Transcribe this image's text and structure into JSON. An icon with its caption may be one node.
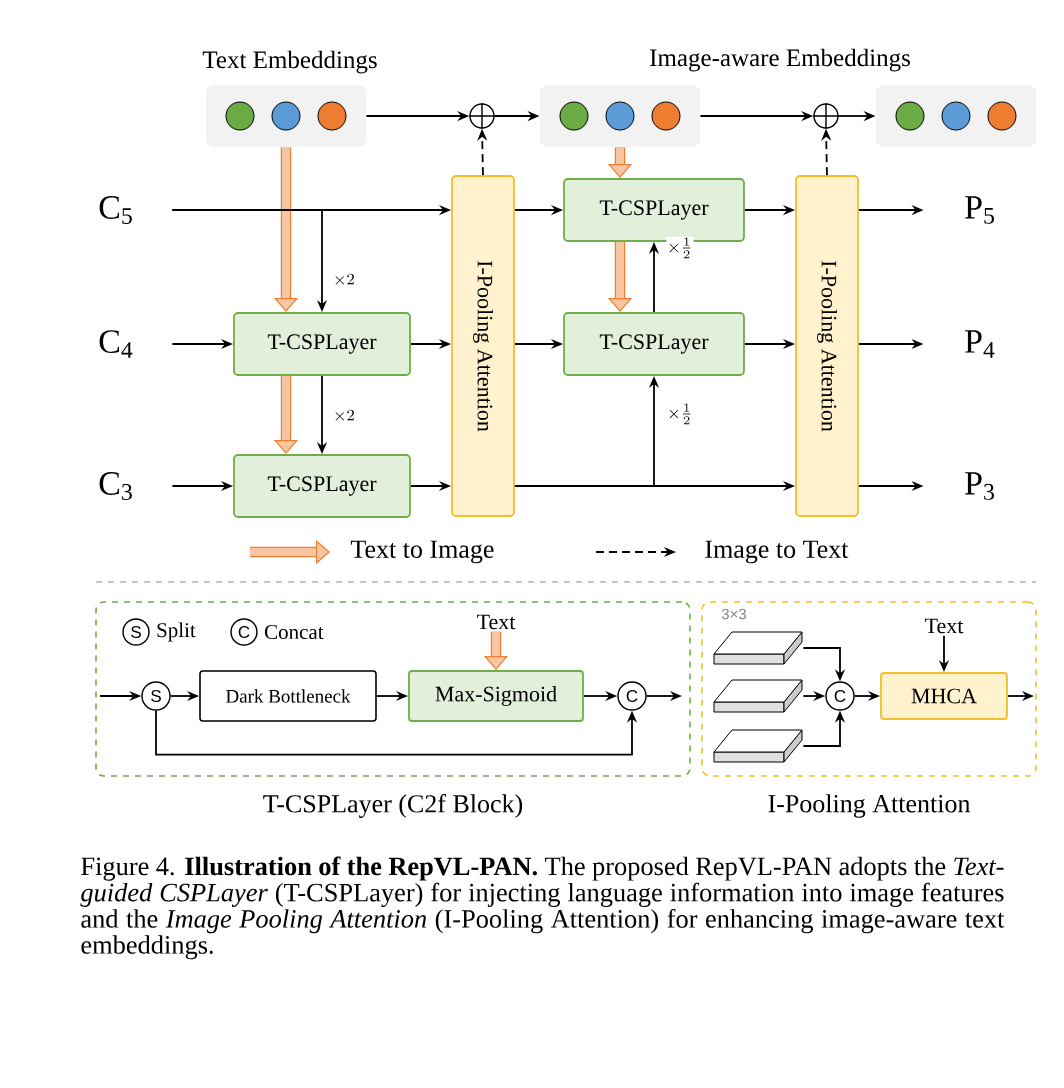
{
  "diagram": {
    "nodes": [
      {
        "text": [
          "Text Embeddings"
        ]
      },
      {
        "text": [],
        "shape": "circle"
      },
      {
        "text": [],
        "shape": "box"
      },
      {
        "text": [],
        "shape": "circle"
      },
      {
        "text": [],
        "shape": "box"
      },
      {
        "text": [
          "C$_{5}$"
        ]
      },
      {
        "text": [
          "I-Pooling Attention"
        ]
      },
      {
        "text": [
          "T-CSPLayer"
        ]
      },
      {
        "text": [
          "I-Pooling Attention"
        ]
      },
      {
        "text": [
          "P$_{5}$"
        ]
      },
      {
        "text": [
          "C$_{4}$"
        ]
      },
      {
        "text": [
          "T-CSPLayer"
        ]
      },
      {
        "text": [
          "T-CSPLayer"
        ]
      },
      {
        "text": [
          "P$_{4}$"
        ]
      },
      {
        "text": [
          "C$_{3}$"
        ]
      },
      {
        "text": [
          "T-CSPLayer"
        ]
      },
      {
        "text": [
          "P$_{3}$"
        ]
      },
      {
        "text": [
          "T-CSPLayer (C2f Block)"
        ]
      },
      {
        "text": [
          "S"
        ],
        "beside": [
          "Split"
        ],
        "in": 17
      },
      {
        "text": [
          "C"
        ],
        "beside": [
          "Concat"
        ],
        "in": 17
      },
      {
        "text": [
          "Text"
        ],
        "in": 17
      },
      {
        "text": [
          "S"
        ],
        "in": 17
      },
      {
        "text": [
          "Dark Bottleneck"
        ],
        "in": 17
      },
      {
        "text": [
          "Max-Sigmoid"
        ],
        "in": 17
      },
      {
        "text": [
          "C"
        ],
        "in": 17
      },
      {
        "text": [
          "I-Pooling Attention"
        ]
      },
      {
        "text": [],
        "shape": "box",
        "beside": [
          "3×3"
        ],
        "in": 25
      },
      {
        "text": [],
        "shape": "box",
        "in": 25
      },
      {
        "text": [],
        "shape": "box",
        "in": 25
      },
      {
        "text": [
          "Text"
        ],
        "in": 25
      },
      {
        "text": [
          "C"
        ],
        "in": 25
      },
      {
        "text": [
          "MHCA"
        ],
        "in": 25
      }
    ],
    "edges": [
      {
        "from": 0,
        "to": 1,
        "arrow": "to"
      },
      {
        "from": 1,
        "to": 2,
        "arrow": "to"
      },
      {
        "from": 2,
        "to": 3,
        "arrow": "to"
      },
      {
        "from": 3,
        "to": 4,
        "arrow": "to"
      },
      {
        "from": 6,
        "to": 1,
        "arrow": "to",
        "style": "dashed"
      },
      {
        "from": 8,
        "to": 3,
        "arrow": "to",
        "style": "dashed"
      },
      {
        "from": 0,
        "to": 11,
        "arrow": "to",
        "style": "thick",
        "color": "#ed7d31"
      },
      {
        "from": 11,
        "to": 15,
        "arrow": "to",
        "style": "thick",
        "color": "#ed7d31"
      },
      {
        "from": 2,
        "to": 7,
        "arrow": "to",
        "style": "thick",
        "color": "#ed7d31"
      },
      {
        "from": 7,
        "to": 12,
        "arrow": "to",
        "style": "thick",
        "color": "#ed7d31"
      },
      {
        "from": 5,
        "to": 6,
        "arrow": "to"
      },
      {
        "from": 5,
        "to": 11,
        "arrow": "to",
        "label": "\\times 2"
      },
      {
        "from": 10,
        "to": 11,
        "arrow": "to"
      },
      {
        "from": 11,
        "to": 6,
        "arrow": "to"
      },
      {
        "from": 11,
        "to": 15,
        "arrow": "to",
        "label": "\\times 2"
      },
      {
        "from": 14,
        "to": 15,
        "arrow": "to"
      },
      {
        "from": 15,
        "to": 6,
        "arrow": "to"
      },
      {
        "from": 6,
        "to": 7,
        "arrow": "to"
      },
      {
        "from": 7,
        "to": 8,
        "arrow": "to"
      },
      {
        "from": 8,
        "to": 9,
        "arrow": "to"
      },
      {
        "from": 6,
        "to": 12,
        "arrow": "to"
      },
      {
        "from": 12,
        "to": 8,
        "arrow": "to"
      },
      {
        "from": 8,
        "to": 13,
        "arrow": "to"
      },
      {
        "from": 6,
        "to": 8,
        "arrow": "to"
      },
      {
        "from": 6,
        "to": 12,
        "arrow": "to",
        "label": "\\times\\frac{1}{2}"
      },
      {
        "from": 12,
        "to": 7,
        "arrow": "to",
        "label": "\\times\\frac{1}{2}"
      },
      {
        "from": 8,
        "to": 16,
        "arrow": "to"
      },
      {
        "from": null,
        "to": 21,
        "arrow": "to"
      },
      {
        "from": 21,
        "to": 22,
        "arrow": "to"
      },
      {
        "from": 22,
        "to": 23,
        "arrow": "to"
      },
      {
        "from": 23,
        "to": 24,
        "arrow": "to"
      },
      {
        "from": 21,
        "to": 24,
        "arrow": "to"
      },
      {
        "from": 24,
        "to": null,
        "arrow": "to"
      },
      {
        "from": 20,
        "to": 23,
        "arrow": "to",
        "style": "thick",
        "color": "#ed7d31"
      },
      {
        "from": 26,
        "to": 30,
        "arrow": "to"
      },
      {
        "from": 27,
        "to": 30,
        "arrow": "to"
      },
      {
        "from": 28,
        "to": 30,
        "arrow": "to"
      },
      {
        "from": 29,
        "to": 31,
        "arrow": "to"
      },
      {
        "from": 30,
        "to": 31,
        "arrow": "to"
      },
      {
        "from": 31,
        "to": null,
        "arrow": "to"
      }
    ],
    "labels": [
      "Image-aware Embeddings"
    ],
    "legend": [
      {
        "text": "Text to Image"
      },
      {
        "text": "Image to Text"
      }
    ],
    "caption": "Figure 4. **Illustration of the RepVL-PAN.** The proposed RepVL-PAN adopts the *Text-guided CSPLayer* (T-CSPLayer) for injecting language information into image features and the *Image Pooling Attention* (I-Pooling Attention) for enhancing image-aware text embeddings."
  }
}
